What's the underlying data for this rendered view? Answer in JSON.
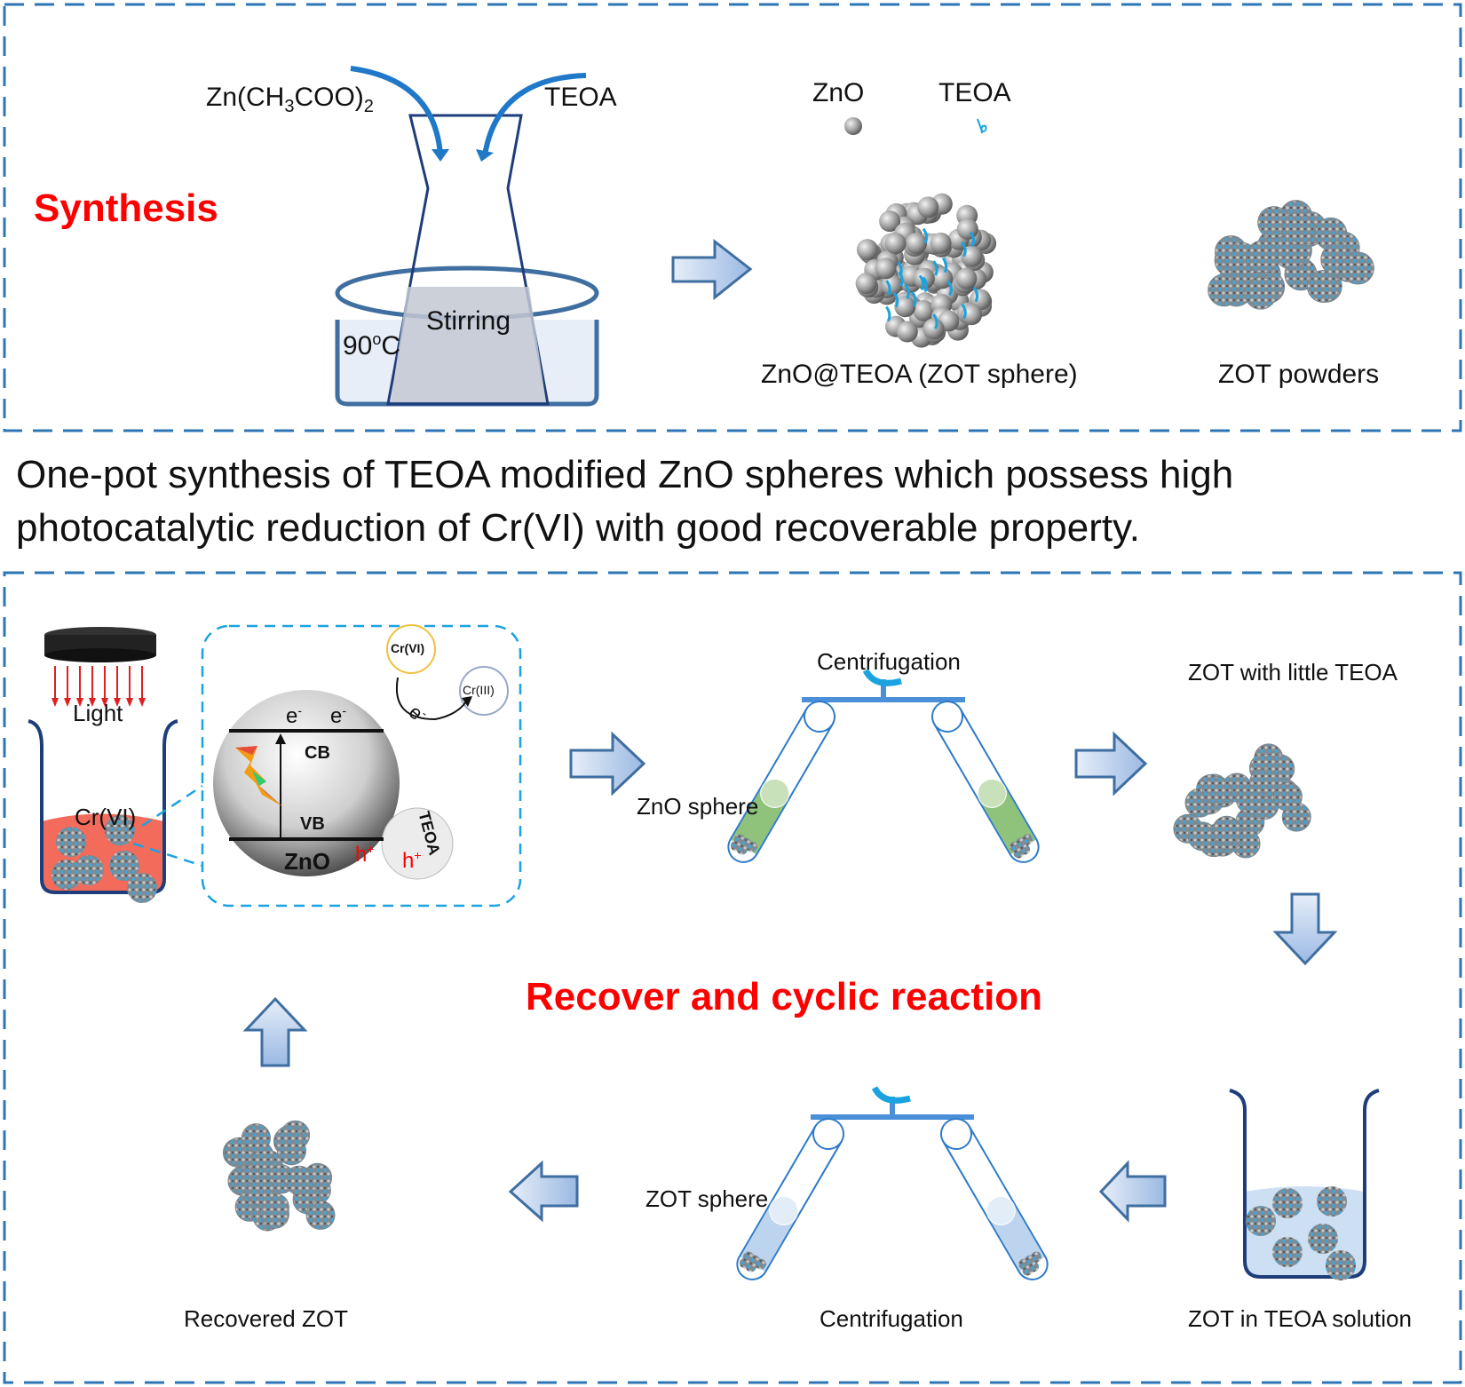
{
  "synthesis": {
    "title": "Synthesis",
    "reagent_1": "Zn(CH3COO)",
    "reagent_1_sub3": "3",
    "reagent_1_sub2": "2",
    "reagent_2": "TEOA",
    "stirring_label": "Stirring",
    "temperature_main": "90",
    "temperature_sup": "o",
    "temperature_unit": "C",
    "legend_zno": "ZnO",
    "legend_teoa": "TEOA",
    "zot_sphere_label": "ZnO@TEOA (ZOT sphere)",
    "zot_powders_label": "ZOT powders"
  },
  "summary": {
    "line_1": "One-pot synthesis of TEOA modified ZnO spheres which possess high",
    "line_2": "photocatalytic reduction of Cr(VI) with good recoverable property."
  },
  "cycle": {
    "title": "Recover and cyclic reaction",
    "light_label": "Light",
    "beaker_label": "Cr(VI)",
    "mechanism": {
      "cb": "CB",
      "vb": "VB",
      "zno": "ZnO",
      "electron": "e",
      "electron_sup": "-",
      "hole": "h",
      "hole_sup": "+",
      "teoa": "TEOA",
      "cr6": "Cr(VI)",
      "cr3": "Cr(III)"
    },
    "centrifugation_top": "Centrifugation",
    "zno_sphere_label": "ZnO sphere",
    "zot_little_teoa": "ZOT with little TEOA",
    "zot_in_teoa": "ZOT in TEOA solution",
    "centrifugation_bottom": "Centrifugation",
    "zot_sphere_label": "ZOT sphere",
    "recovered_zot": "Recovered ZOT"
  },
  "colors": {
    "frame_blue": "#2e75b6",
    "title_red": "#ff0000",
    "arrow_blue": "#1f78c8",
    "cr6_fill": "#f26b5b",
    "green_tube": "#8fc27a"
  }
}
